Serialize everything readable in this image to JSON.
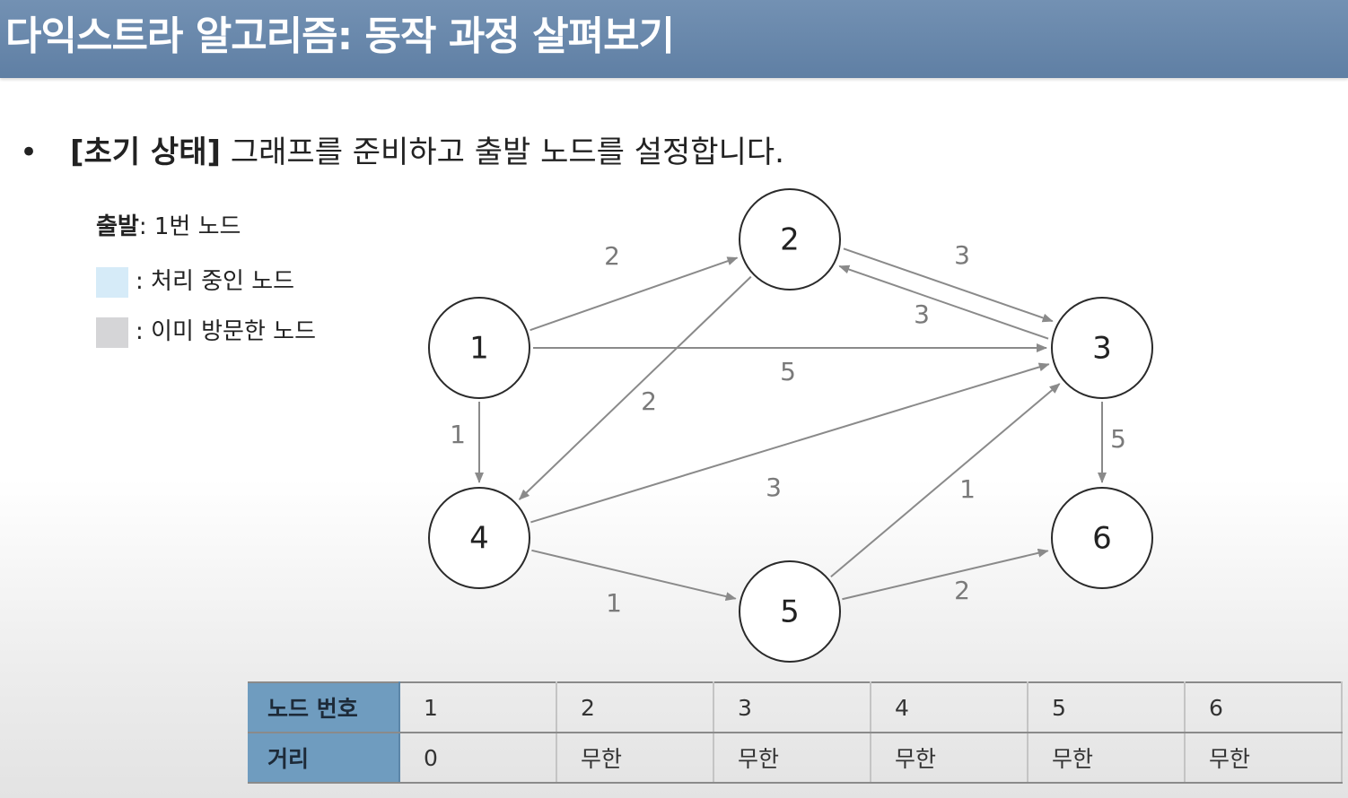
{
  "header": {
    "title": "다익스트라 알고리즘: 동작 과정 살펴보기"
  },
  "bullet": {
    "marker": "•",
    "tag": "[초기 상태]",
    "text": " 그래프를 준비하고 출발 노드를 설정합니다."
  },
  "legend": {
    "start_label": "출발",
    "start_value": ": 1번 노드",
    "processing_label": ": 처리 중인 노드",
    "processing_color": "#d6ebf8",
    "visited_label": ": 이미 방문한 노드",
    "visited_color": "#d5d5d7"
  },
  "graph": {
    "nodes": [
      {
        "id": "1",
        "label": "1"
      },
      {
        "id": "2",
        "label": "2"
      },
      {
        "id": "3",
        "label": "3"
      },
      {
        "id": "4",
        "label": "4"
      },
      {
        "id": "5",
        "label": "5"
      },
      {
        "id": "6",
        "label": "6"
      }
    ],
    "edges": [
      {
        "from": "1",
        "to": "2",
        "weight": "2"
      },
      {
        "from": "1",
        "to": "3",
        "weight": "5"
      },
      {
        "from": "1",
        "to": "4",
        "weight": "1"
      },
      {
        "from": "2",
        "to": "3",
        "weight": "3"
      },
      {
        "from": "3",
        "to": "2",
        "weight": "3"
      },
      {
        "from": "2",
        "to": "4",
        "weight": "2"
      },
      {
        "from": "4",
        "to": "3",
        "weight": "3"
      },
      {
        "from": "4",
        "to": "5",
        "weight": "1"
      },
      {
        "from": "5",
        "to": "3",
        "weight": "1"
      },
      {
        "from": "5",
        "to": "6",
        "weight": "2"
      },
      {
        "from": "3",
        "to": "6",
        "weight": "5"
      }
    ],
    "edge_color": "#8a8a8a",
    "node_stroke": "#2a2a2a"
  },
  "table": {
    "row1_header": "노드 번호",
    "row2_header": "거리",
    "nodes": [
      "1",
      "2",
      "3",
      "4",
      "5",
      "6"
    ],
    "distances": [
      "0",
      "무한",
      "무한",
      "무한",
      "무한",
      "무한"
    ],
    "header_color": "#6f9cbf"
  }
}
